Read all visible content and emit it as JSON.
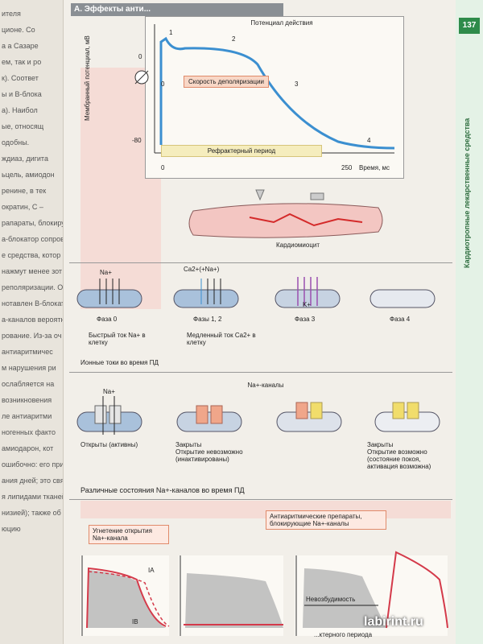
{
  "page_number": "137",
  "side_tab_text": "Кардиотропные лекарственные средства",
  "section_title": "А. Эффекты анти...",
  "left_page_lines": [
    "ителя",
    "ционе. Со",
    "а а Сазаре",
    "ем, так и ро",
    "к). Соответ",
    "ы и В-блока",
    "а). Наибол",
    "ые, относящ",
    "одобны.",
    "ждиаз, дигита",
    "ьцель, амиодон",
    "ренине, в тек",
    "ократин, С –",
    "рапараты, блокиру",
    "а-блокатор сопрово",
    "е средства, котор",
    "нажмут менее зот",
    "реполяризации. Об",
    "нотавлен В-блокато",
    "а-каналов вероятн",
    "рование. Из-за оч",
    "антиаритмичес",
    "м нарушения ри",
    "ослабляется на",
    "возникновения",
    "ле антиаритми",
    "ногенных факто",
    "амиодарон, кот",
    "ошибочно: его прих",
    "ания дней; это связан",
    "я липидами тканей",
    "низией); также об",
    "юцию"
  ],
  "panel1": {
    "title": "Потенциал действия",
    "ylabel": "Мембранный потенциал, мВ",
    "y0_label": "0",
    "y80_label": "-80",
    "x0_label": "0",
    "x250_label": "250",
    "xlabel": "Время, мс",
    "phase_labels": [
      "0",
      "1",
      "2",
      "3",
      "4"
    ],
    "depol_box": "Скорость деполяризации",
    "refract_box": "Рефрактерный период",
    "cardiomyocyte": "Кардиомиоцит"
  },
  "panel2": {
    "ion_labels": [
      "Na+",
      "Ca2+(+Na+)",
      "K+"
    ],
    "phase0": "Фаза 0",
    "phase12": "Фазы 1, 2",
    "phase3": "Фаза 3",
    "phase4": "Фаза 4",
    "fast_current": "Быстрый ток Na+ в клетку",
    "slow_current": "Медленный ток Ca2+ в клетку",
    "caption": "Ионные токи во время ПД"
  },
  "panel3": {
    "title": "Na+-каналы",
    "na_label": "Na+",
    "open": "Открыты (активны)",
    "closed_inact": "Закрыты\nОткрытие невозможно\n(инактивированы)",
    "closed_rest": "Закрыты\nОткрытие возможно\n(состояние покоя,\nактивация возможна)",
    "caption": "Различные состояния Na+-каналов во время ПД"
  },
  "panel4": {
    "box_left": "Угнетение открытия Na+-канала",
    "box_right": "Антиаритмические препараты, блокирующие Na+-каналы",
    "ia": "IA",
    "ib": "IB",
    "nonexcit": "Невозбудимость",
    "bottom_text": "...ктерного периода"
  },
  "watermark": "labirint.ru",
  "colors": {
    "accent_green": "#2e8b4a",
    "pink": "#f5d6cf",
    "blue_line": "#3b8fd0",
    "red_curve": "#d43a4a"
  }
}
